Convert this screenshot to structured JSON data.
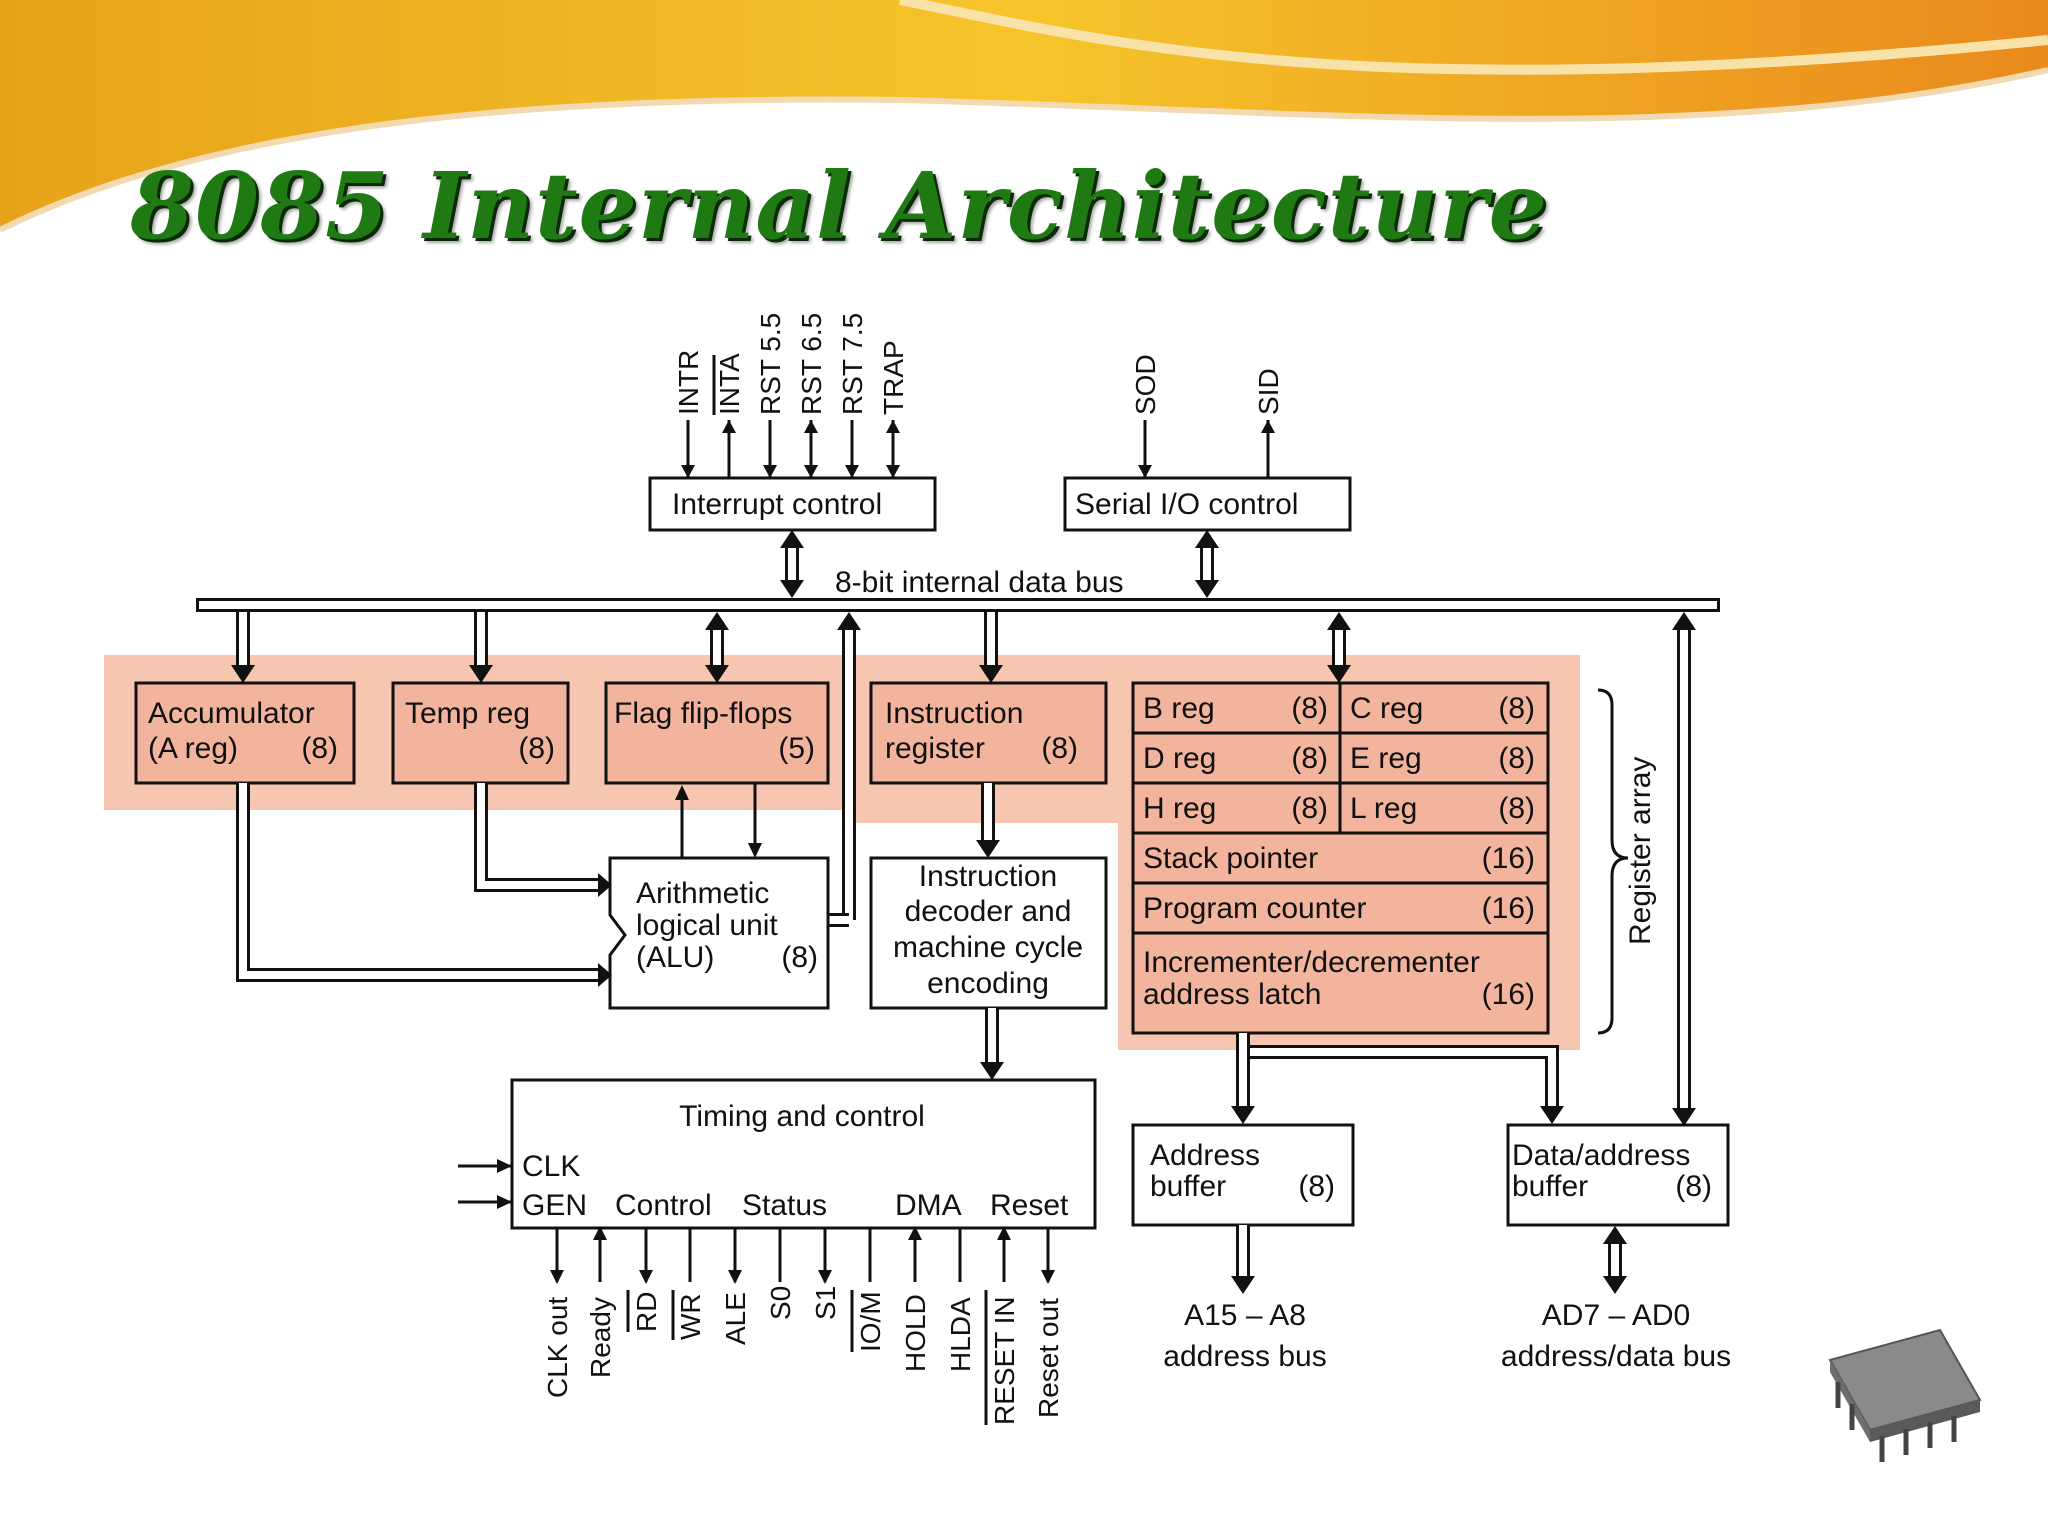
{
  "slide": {
    "title": "8085 Internal Architecture"
  },
  "interrupt": {
    "signals": [
      "INTR",
      "INTA",
      "RST 5.5",
      "RST 6.5",
      "RST 7.5",
      "TRAP"
    ],
    "box_label": "Interrupt control"
  },
  "serial": {
    "signals": [
      "SOD",
      "SID"
    ],
    "box_label": "Serial I/O control"
  },
  "bus": {
    "label": "8-bit internal data bus"
  },
  "registers": {
    "accumulator": {
      "line1": "Accumulator",
      "line2": "(A reg)",
      "size": "(8)"
    },
    "temp": {
      "line1": "Temp reg",
      "size": "(8)"
    },
    "flags": {
      "line1": "Flag flip-flops",
      "size": "(5)"
    },
    "instruction": {
      "line1": "Instruction",
      "line2": "register",
      "size": "(8)"
    }
  },
  "alu": {
    "line1": "Arithmetic",
    "line2": "logical unit",
    "line3": "(ALU)",
    "size": "(8)"
  },
  "decoder": {
    "line1": "Instruction",
    "line2": "decoder and",
    "line3": "machine cycle",
    "line4": "encoding"
  },
  "register_array": {
    "label": "Register array",
    "rows": [
      {
        "left": "B reg",
        "left_size": "(8)",
        "right": "C reg",
        "right_size": "(8)"
      },
      {
        "left": "D reg",
        "left_size": "(8)",
        "right": "E reg",
        "right_size": "(8)"
      },
      {
        "left": "H reg",
        "left_size": "(8)",
        "right": "L reg",
        "right_size": "(8)"
      }
    ],
    "stack_pointer": {
      "label": "Stack pointer",
      "size": "(16)"
    },
    "program_counter": {
      "label": "Program counter",
      "size": "(16)"
    },
    "incdec": {
      "line1": "Incrementer/decrementer",
      "line2": "address latch",
      "size": "(16)"
    }
  },
  "timing": {
    "title": "Timing and control",
    "clk": "CLK",
    "groups": [
      "GEN",
      "Control",
      "Status",
      "DMA",
      "Reset"
    ],
    "pins": [
      "CLK out",
      "Ready",
      "RD",
      "WR",
      "ALE",
      "S0",
      "S1",
      "IO/M",
      "HOLD",
      "HLDA",
      "RESET IN",
      "Reset out"
    ]
  },
  "address_buffer": {
    "line1": "Address",
    "line2": "buffer",
    "size": "(8)",
    "bus_label": "A15 – A8",
    "bus_sub": "address bus"
  },
  "data_buffer": {
    "line1": "Data/address",
    "line2": "buffer",
    "size": "(8)",
    "bus_label": "AD7 – AD0",
    "bus_sub": "address/data bus"
  },
  "icons": [
    "chip-icon"
  ]
}
